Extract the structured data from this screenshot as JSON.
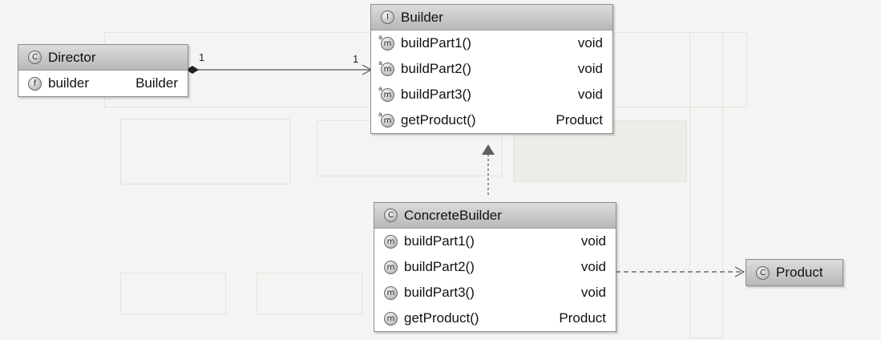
{
  "classes": {
    "director": {
      "kind_letter": "C",
      "name": "Director",
      "fields": [
        {
          "letter": "f",
          "name": "builder",
          "type": "Builder"
        }
      ]
    },
    "builder": {
      "kind_letter": "I",
      "name": "Builder",
      "methods": [
        {
          "letter": "m",
          "name": "buildPart1()",
          "type": "void"
        },
        {
          "letter": "m",
          "name": "buildPart2()",
          "type": "void"
        },
        {
          "letter": "m",
          "name": "buildPart3()",
          "type": "void"
        },
        {
          "letter": "m",
          "name": "getProduct()",
          "type": "Product"
        }
      ]
    },
    "concrete_builder": {
      "kind_letter": "C",
      "name": "ConcreteBuilder",
      "methods": [
        {
          "letter": "m",
          "name": "buildPart1()",
          "type": "void"
        },
        {
          "letter": "m",
          "name": "buildPart2()",
          "type": "void"
        },
        {
          "letter": "m",
          "name": "buildPart3()",
          "type": "void"
        },
        {
          "letter": "m",
          "name": "getProduct()",
          "type": "Product"
        }
      ]
    },
    "product": {
      "kind_letter": "C",
      "name": "Product"
    }
  },
  "relations": {
    "composition": {
      "source_multiplicity": "1",
      "target_multiplicity": "1"
    }
  },
  "colors": {
    "header_top": "#dcdcdc",
    "header_bottom": "#b8b8b8",
    "border": "#8c8c8c",
    "line": "#555555"
  }
}
